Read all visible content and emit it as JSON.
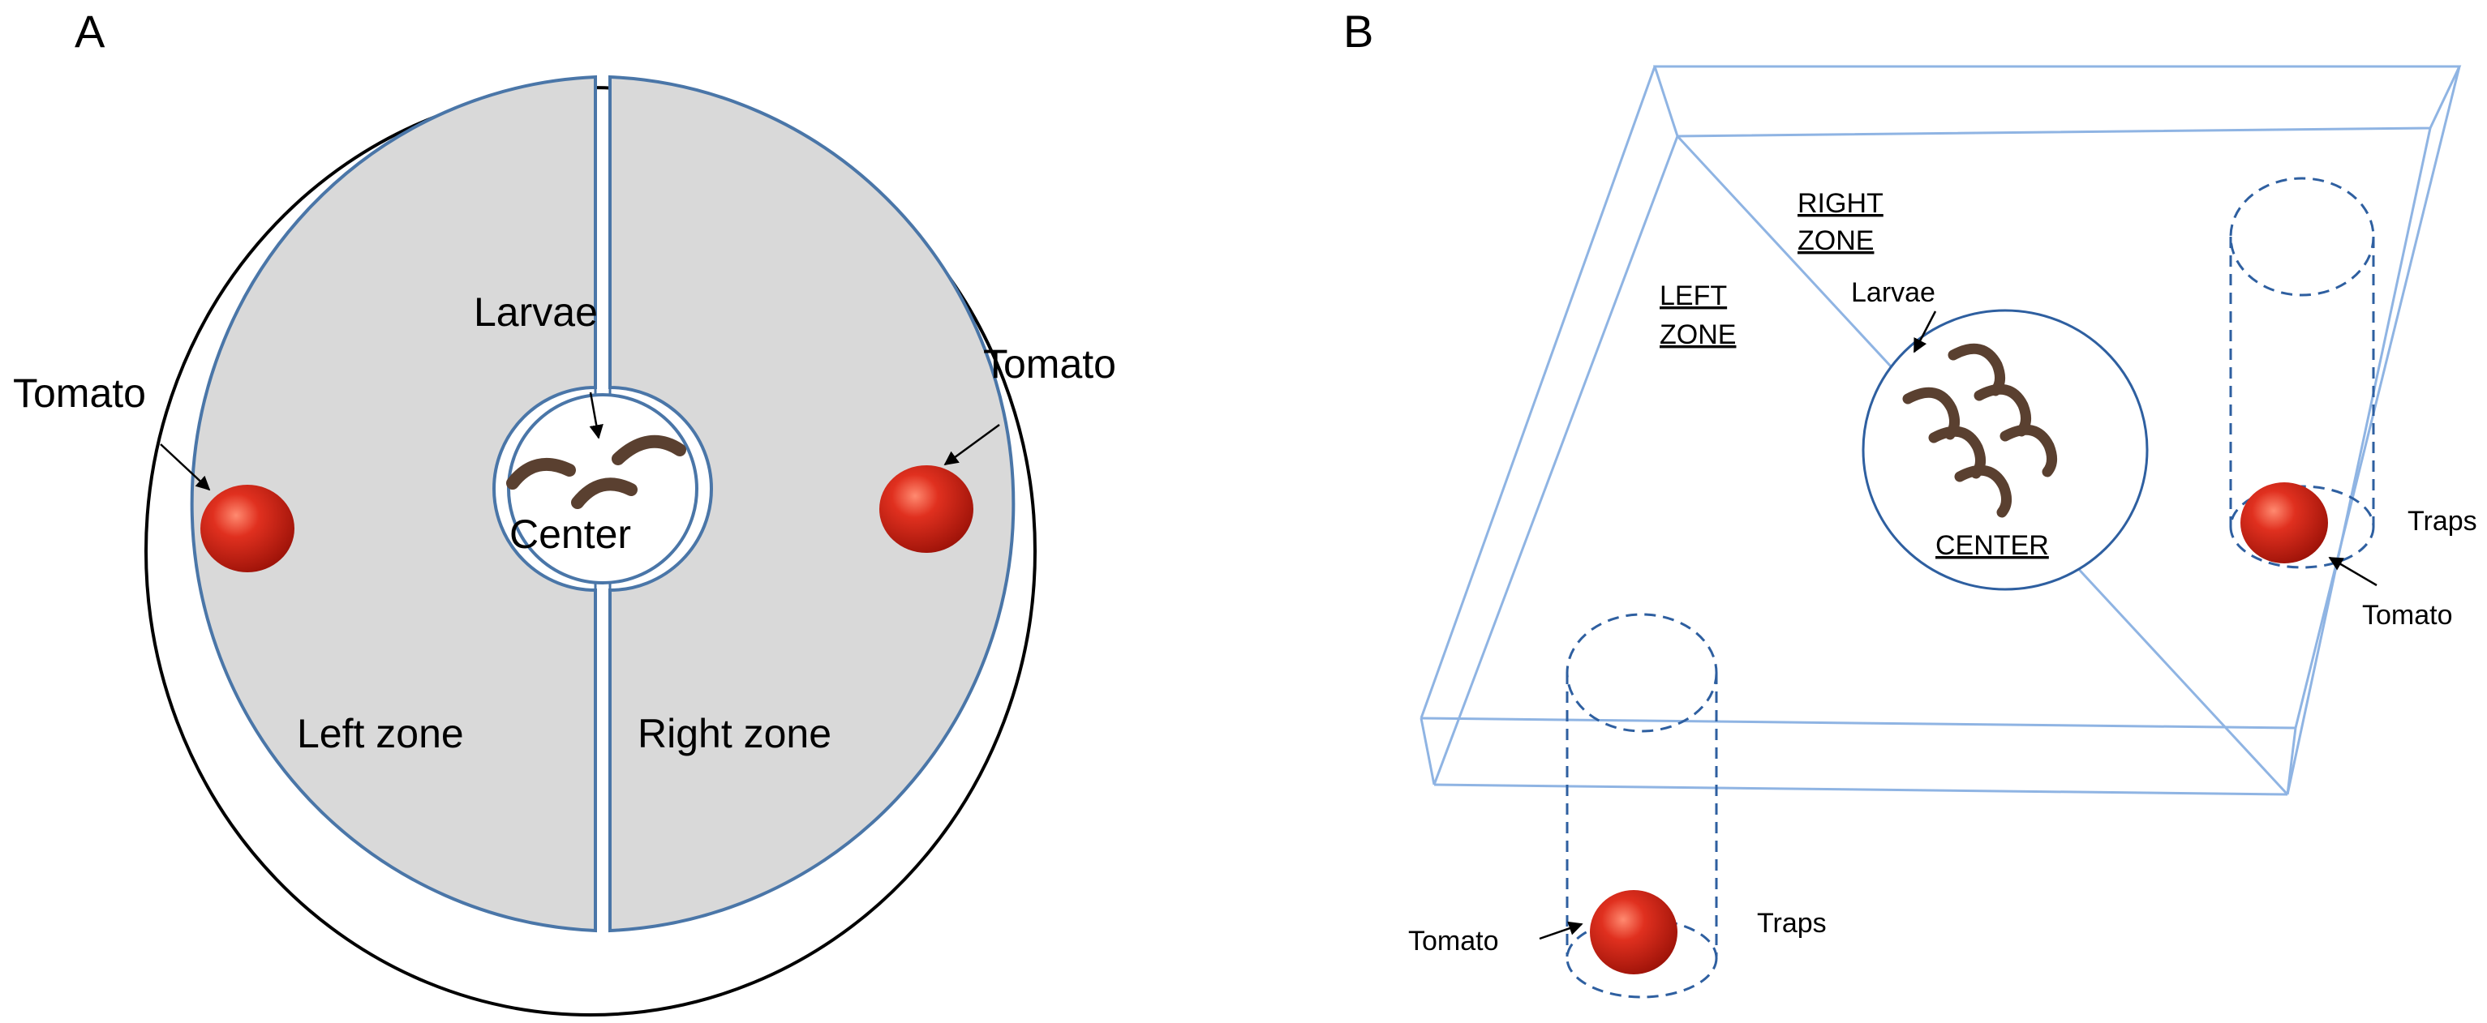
{
  "panel_a": {
    "letter": "A",
    "labels": {
      "tomato_left": "Tomato",
      "tomato_right": "Tomato",
      "larvae": "Larvae",
      "center": "Center",
      "left_zone": "Left zone",
      "right_zone": "Right zone"
    },
    "colors": {
      "zone_fill": "#d9d9d9",
      "divider": "#4a76a8",
      "outer_ring": "#000000",
      "tomato": "#d6281d",
      "larva": "#5a4030"
    }
  },
  "panel_b": {
    "letter": "B",
    "labels": {
      "right_zone_line1": "RIGHT",
      "right_zone_line2": "ZONE",
      "left_zone_line1": "LEFT",
      "left_zone_line2": "ZONE",
      "larvae": "Larvae",
      "center": "CENTER",
      "traps_right": "Traps",
      "tomato_right": "Tomato",
      "traps_bottom": "Traps",
      "tomato_bottom": "Tomato"
    },
    "colors": {
      "box_edge": "#8fb4e3",
      "trap_edge": "#2e5fa0",
      "circle_edge": "#2e5fa0"
    }
  }
}
